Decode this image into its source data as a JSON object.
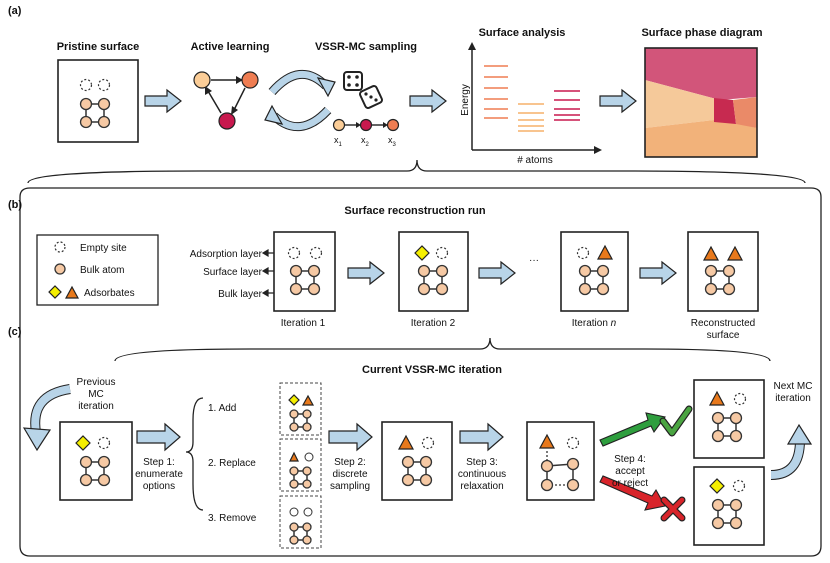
{
  "panels": {
    "a": "(a)",
    "b": "(b)",
    "c": "(c)"
  },
  "a": {
    "pristine": "Pristine surface",
    "active_learning": "Active learning",
    "vssr_sampling": "VSSR-MC sampling",
    "x1": "x",
    "x2": "x",
    "x3": "x",
    "x1_sub": "1",
    "x2_sub": "2",
    "x3_sub": "3",
    "surface_analysis": "Surface analysis",
    "energy": "Energy",
    "atoms": "# atoms",
    "phase_diagram": "Surface phase diagram"
  },
  "b": {
    "title": "Surface reconstruction run",
    "legend_empty": "Empty site",
    "legend_bulk": "Bulk atom",
    "legend_ads": "Adsorbates",
    "adsorption_layer": "Adsorption layer",
    "surface_layer": "Surface layer",
    "bulk_layer": "Bulk layer",
    "iter1": "Iteration 1",
    "iter2": "Iteration 2",
    "ellipsis": "···",
    "itern": "Iteration ",
    "itern_n": "n",
    "recon1": "Reconstructed",
    "recon2": "surface"
  },
  "c": {
    "title": "Current VSSR-MC iteration",
    "prev1": "Previous",
    "prev2": "MC",
    "prev3": "iteration",
    "step1a": "Step 1:",
    "step1b": "enumerate",
    "step1c": "options",
    "opt_add": "1. Add",
    "opt_replace": "2. Replace",
    "opt_remove": "3. Remove",
    "step2a": "Step 2:",
    "step2b": "discrete",
    "step2c": "sampling",
    "step3a": "Step 3:",
    "step3b": "continuous",
    "step3c": "relaxation",
    "step4a": "Step 4:",
    "step4b": "accept",
    "step4c": "or reject",
    "next1": "Next MC",
    "next2": "iteration"
  },
  "colors": {
    "arrow_fill": "#b8d4e8",
    "bulk_atom": "#f6c9a4",
    "adsorbate_triangle": "#e8791c",
    "adsorbate_diamond": "#f5ef00",
    "accept": "#2e9e3e",
    "reject": "#d8242a",
    "phase_top": "#d2557a",
    "phase_left": "#f5c99a",
    "phase_bottom": "#f2b27a",
    "phase_center": "#c72a50",
    "phase_right": "#ea8a68"
  }
}
